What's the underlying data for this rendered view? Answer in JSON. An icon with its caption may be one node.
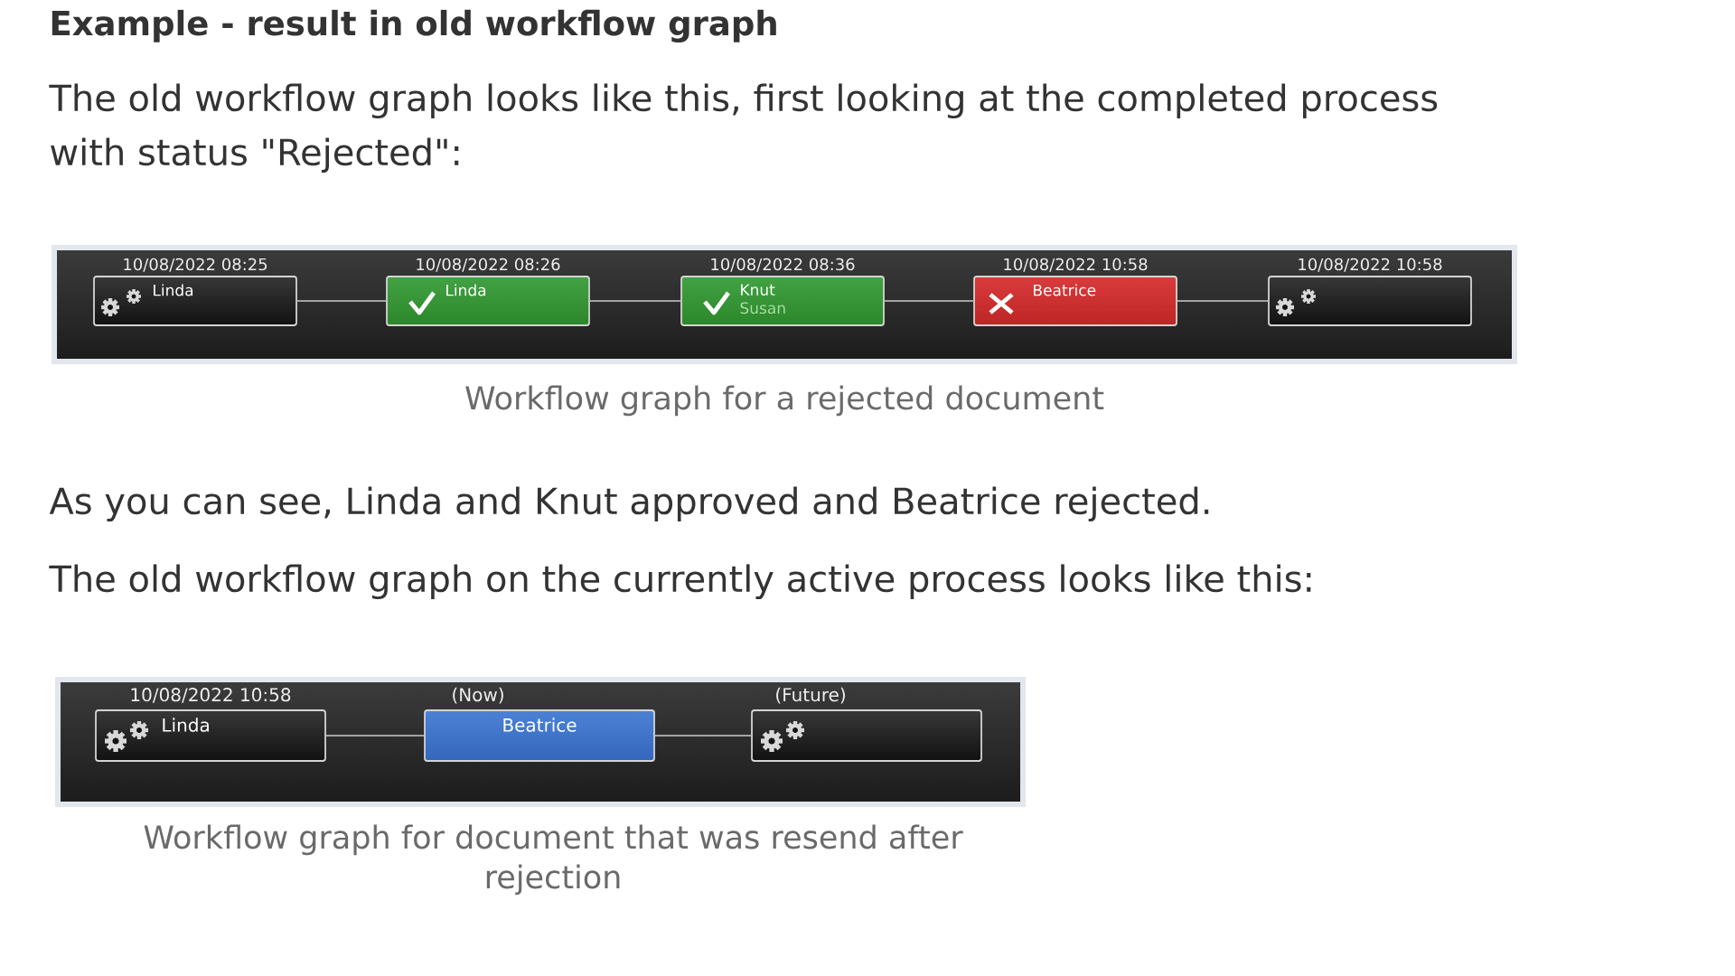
{
  "diagram": {
    "title": "Example - result in old workflow graph",
    "nodes": [
      {
        "text": [],
        "shape": "box",
        "beside": [
          "Workflow graph for a rejected document"
        ]
      },
      {
        "text": [
          "10/08/2022 08:25",
          "Linda"
        ],
        "in": 0
      },
      {
        "text": [
          "10/08/2022 08:26",
          "Linda"
        ],
        "in": 0
      },
      {
        "text": [
          "10/08/2022 08:36",
          "Knut",
          "Susan"
        ],
        "in": 0
      },
      {
        "text": [
          "10/08/2022 10:58",
          "Beatrice"
        ],
        "in": 0
      },
      {
        "text": [
          "10/08/2022 10:58"
        ],
        "in": 0
      },
      {
        "text": [],
        "shape": "box",
        "beside": [
          "Workflow graph for document that was resend after rejection"
        ]
      },
      {
        "text": [
          "10/08/2022 10:58",
          "Linda"
        ],
        "in": 6
      },
      {
        "text": [
          "(Now)",
          "Beatrice"
        ],
        "in": 6
      },
      {
        "text": [
          "(Future)"
        ],
        "in": 6
      }
    ],
    "edges": [
      {
        "from": 1,
        "to": 2,
        "arrow": "none"
      },
      {
        "from": 2,
        "to": 3,
        "arrow": "none"
      },
      {
        "from": 3,
        "to": 4,
        "arrow": "none"
      },
      {
        "from": 4,
        "to": 5,
        "arrow": "none"
      },
      {
        "from": 7,
        "to": 8,
        "arrow": "none"
      },
      {
        "from": 8,
        "to": 9,
        "arrow": "none"
      }
    ],
    "labels": [
      "The old workflow graph looks like this, first looking at the completed process with status \"Rejected\":",
      "As you can see, Linda and Knut approved and Beatrice rejected.",
      "The old workflow graph on the currently active process looks like this:"
    ]
  }
}
